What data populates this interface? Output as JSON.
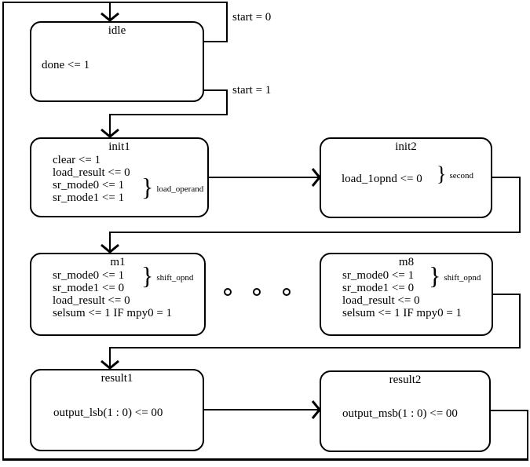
{
  "diagram": {
    "background": "#ffffff",
    "line_color": "#000000",
    "brace": "}",
    "ellipsis_dot_count": 3,
    "transitions": {
      "start0": "start = 0",
      "start1": "start = 1"
    },
    "states": [
      {
        "title": "idle",
        "lines": [
          "done <= 1"
        ]
      },
      {
        "title": "init1",
        "lines": [
          "clear <= 1",
          "load_result <= 0",
          "sr_mode0 <= 1",
          "sr_mode1 <= 1"
        ],
        "annotation": "load_operand"
      },
      {
        "title": "init2",
        "lines": [
          "load_1opnd <= 0"
        ],
        "annotation": "second"
      },
      {
        "title": "m1",
        "lines": [
          "sr_mode0 <= 1",
          "sr_mode1 <= 0",
          "load_result <= 0",
          "selsum <= 1 IF mpy0 = 1"
        ],
        "annotation": "shift_opnd"
      },
      {
        "title": "m8",
        "lines": [
          "sr_mode0 <= 1",
          "sr_mode1 <= 0",
          "load_result <= 0",
          "selsum <= 1 IF mpy0 = 1"
        ],
        "annotation": "shift_opnd"
      },
      {
        "title": "result1",
        "lines": [
          "output_lsb(1 : 0) <= 00"
        ]
      },
      {
        "title": "result2",
        "lines": [
          "output_msb(1 : 0) <= 00"
        ]
      }
    ]
  }
}
